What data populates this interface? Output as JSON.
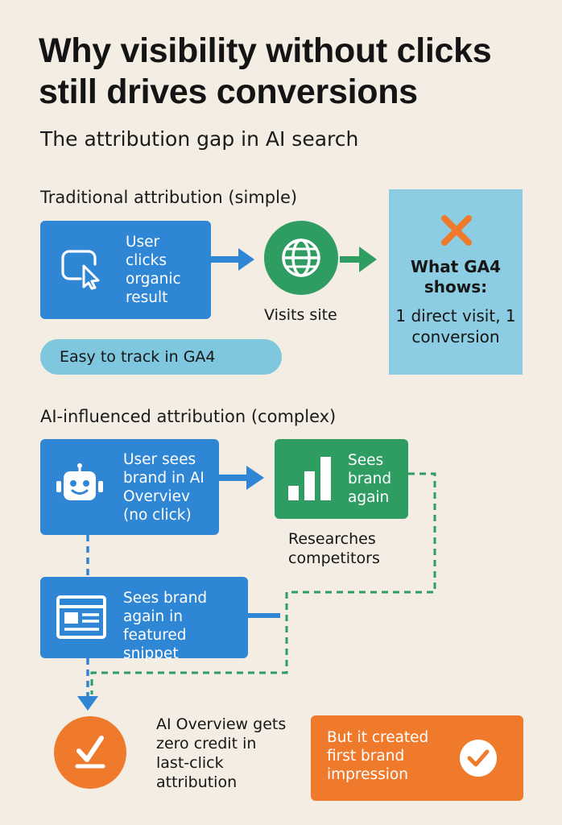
{
  "title": "Why visibility without clicks still drives conversions",
  "subtitle": "The attribution gap in AI search",
  "traditional": {
    "heading": "Traditional attribution (simple)",
    "step1": "User clicks organic result",
    "step2": "Visits site",
    "badge": "Easy to track in GA4",
    "ga4_title": "What GA4 shows:",
    "ga4_result": "1 direct visit, 1 conversion"
  },
  "ai": {
    "heading": "AI-influenced attribution (complex)",
    "step1": "User sees brand in AI Overviev (no click)",
    "step2": "Sees brand again",
    "step3": "Researches competitors",
    "step4": "Sees brand again in featured snippet",
    "outcome": "AI Overview gets zero credit in last-click attribution",
    "impression": "But it created first brand impression"
  },
  "colors": {
    "blue": "#2f86d4",
    "green": "#2f9d62",
    "orange": "#ef7a2c",
    "light_blue": "#8ccde3",
    "background": "#f3ede3"
  },
  "icons": [
    "cursor-click-icon",
    "globe-icon",
    "x-mark-icon",
    "robot-icon",
    "bar-chart-icon",
    "webpage-icon",
    "checkmark-icon",
    "check-circle-icon"
  ]
}
